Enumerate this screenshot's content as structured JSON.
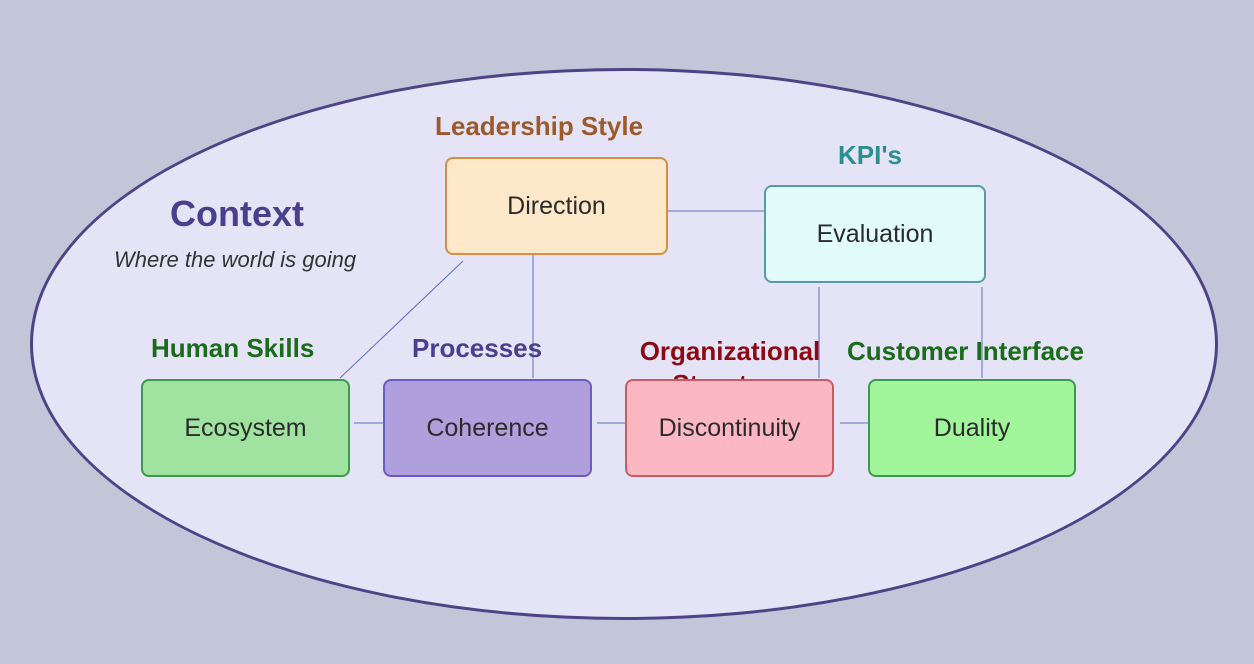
{
  "context": {
    "title": "Context",
    "subtitle": "Where the world is going"
  },
  "labels": {
    "leadership_style": "Leadership Style",
    "kpis": "KPI's",
    "human_skills": "Human Skills",
    "processes": "Processes",
    "organizational_structure": "Organizational Structure",
    "customer_interface": "Customer Interface"
  },
  "boxes": {
    "direction": "Direction",
    "evaluation": "Evaluation",
    "ecosystem": "Ecosystem",
    "coherence": "Coherence",
    "discontinuity": "Discontinuity",
    "duality": "Duality"
  },
  "colors": {
    "background": "#c3c5d9",
    "ellipse_fill": "#e5e4f7",
    "ellipse_border": "#4f4387",
    "connector": "#5b6fc2",
    "leadership_style_text": "#9a5a2b",
    "kpis_text": "#2a8f8f",
    "human_skills_text": "#1a6b1a",
    "processes_text": "#4a3f8c",
    "organizational_structure_text": "#8b0a14",
    "customer_interface_text": "#1a6b1a"
  }
}
